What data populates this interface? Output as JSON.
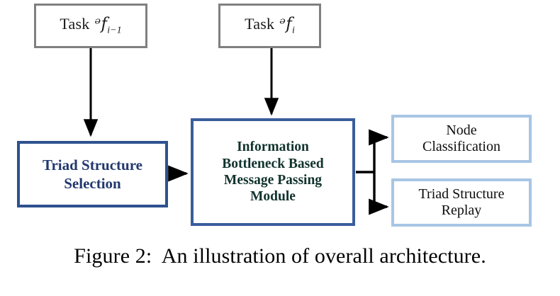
{
  "figure": {
    "caption": "Figure 2:  An illustration of overall architecture.",
    "background_color": "#ffffff"
  },
  "nodes": {
    "task_prev": {
      "label_prefix": "Task",
      "symbol": "ᵊf",
      "subscript": "i−1",
      "border_color": "#808080",
      "text_color": "#1a1a1a"
    },
    "task_curr": {
      "label_prefix": "Task",
      "symbol": "ᵊf",
      "subscript": "i",
      "border_color": "#808080",
      "text_color": "#1a1a1a"
    },
    "triad_selection": {
      "label": "Triad Structure\nSelection",
      "border_color": "#2e518f",
      "text_color": "#22386e"
    },
    "module": {
      "label": "Information\nBottleneck Based\nMessage Passing\nModule",
      "border_color": "#3a5d9c",
      "text_color": "#11332e"
    },
    "node_classification": {
      "label": "Node\nClassification",
      "border_color": "#a8c6e4",
      "text_color": "#0d0d0d"
    },
    "triad_replay": {
      "label": "Triad Structure\nReplay",
      "border_color": "#a8c6e4",
      "text_color": "#0d0d0d"
    }
  },
  "edges": {
    "arrow_color": "#000000",
    "list": [
      {
        "name": "task-prev-to-triad",
        "from": "task_prev",
        "to": "triad_selection",
        "direction": "down"
      },
      {
        "name": "task-curr-to-module",
        "from": "task_curr",
        "to": "module",
        "direction": "down"
      },
      {
        "name": "triad-to-module",
        "from": "triad_selection",
        "to": "module",
        "direction": "right"
      },
      {
        "name": "module-to-node-classification",
        "from": "module",
        "to": "node_classification",
        "direction": "right-branch-up"
      },
      {
        "name": "module-to-triad-replay",
        "from": "module",
        "to": "triad_replay",
        "direction": "right-branch-down"
      }
    ]
  }
}
